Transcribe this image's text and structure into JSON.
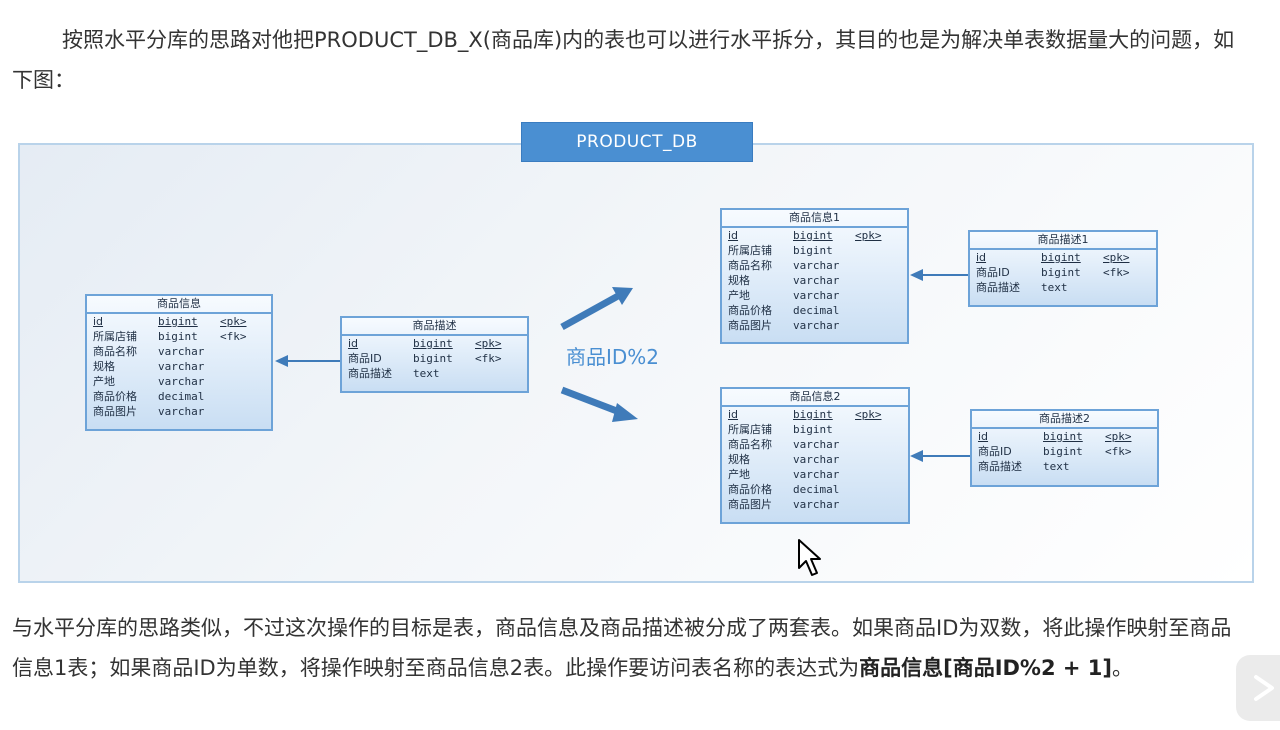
{
  "text": {
    "p1": "按照水平分库的思路对他把PRODUCT_DB_X(商品库)内的表也可以进行水平拆分，其目的也是为解决单表数据量大的问题，如下图：",
    "p2_plain": "与水平分库的思路类似，不过这次操作的目标是表，商品信息及商品描述被分成了两套表。如果商品ID为双数，将此操作映射至商品信息1表；如果商品ID为单数，将操作映射至商品信息2表。此操作要访问表名称的表达式为",
    "p2_bold": "商品信息[商品ID%2 + 1]",
    "p2_end": "。"
  },
  "diagram": {
    "db_title": "PRODUCT_DB",
    "arrow_label": "商品ID%2",
    "tables": {
      "info": {
        "title": "商品信息",
        "rows": [
          {
            "name": "id",
            "type": "bigint",
            "key": "<pk>"
          },
          {
            "name": "所属店铺",
            "type": "bigint",
            "key": "<fk>"
          },
          {
            "name": "商品名称",
            "type": "varchar",
            "key": ""
          },
          {
            "name": "规格",
            "type": "varchar",
            "key": ""
          },
          {
            "name": "产地",
            "type": "varchar",
            "key": ""
          },
          {
            "name": "商品价格",
            "type": "decimal",
            "key": ""
          },
          {
            "name": "商品图片",
            "type": "varchar",
            "key": ""
          }
        ]
      },
      "desc": {
        "title": "商品描述",
        "rows": [
          {
            "name": "id",
            "type": "bigint",
            "key": "<pk>"
          },
          {
            "name": "商品ID",
            "type": "bigint",
            "key": "<fk>"
          },
          {
            "name": "商品描述",
            "type": "text",
            "key": ""
          }
        ]
      },
      "info1": {
        "title": "商品信息1",
        "rows": [
          {
            "name": "id",
            "type": "bigint",
            "key": "<pk>"
          },
          {
            "name": "所属店铺",
            "type": "bigint",
            "key": ""
          },
          {
            "name": "商品名称",
            "type": "varchar",
            "key": ""
          },
          {
            "name": "规格",
            "type": "varchar",
            "key": ""
          },
          {
            "name": "产地",
            "type": "varchar",
            "key": ""
          },
          {
            "name": "商品价格",
            "type": "decimal",
            "key": ""
          },
          {
            "name": "商品图片",
            "type": "varchar",
            "key": ""
          }
        ]
      },
      "desc1": {
        "title": "商品描述1",
        "rows": [
          {
            "name": "id",
            "type": "bigint",
            "key": "<pk>"
          },
          {
            "name": "商品ID",
            "type": "bigint",
            "key": "<fk>"
          },
          {
            "name": "商品描述",
            "type": "text",
            "key": ""
          }
        ]
      },
      "info2": {
        "title": "商品信息2",
        "rows": [
          {
            "name": "id",
            "type": "bigint",
            "key": "<pk>"
          },
          {
            "name": "所属店铺",
            "type": "bigint",
            "key": ""
          },
          {
            "name": "商品名称",
            "type": "varchar",
            "key": ""
          },
          {
            "name": "规格",
            "type": "varchar",
            "key": ""
          },
          {
            "name": "产地",
            "type": "varchar",
            "key": ""
          },
          {
            "name": "商品价格",
            "type": "decimal",
            "key": ""
          },
          {
            "name": "商品图片",
            "type": "varchar",
            "key": ""
          }
        ]
      },
      "desc2": {
        "title": "商品描述2",
        "rows": [
          {
            "name": "id",
            "type": "bigint",
            "key": "<pk>"
          },
          {
            "name": "商品ID",
            "type": "bigint",
            "key": "<fk>"
          },
          {
            "name": "商品描述",
            "type": "text",
            "key": ""
          }
        ]
      }
    }
  },
  "colors": {
    "accent": "#4a8fd2",
    "table_border": "#6da3d8",
    "arrow": "#3f7bb9"
  },
  "icons": {
    "cursor": "mouse-pointer-icon",
    "play": "play-icon"
  }
}
